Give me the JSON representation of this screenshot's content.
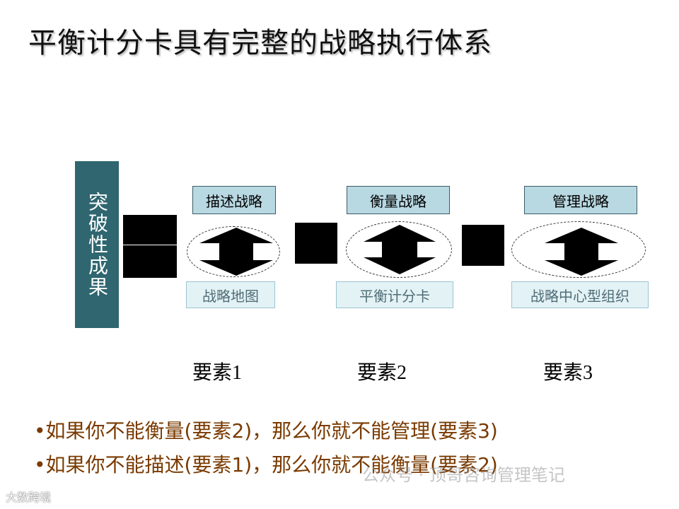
{
  "title": "平衡计分卡具有完整的战略执行体系",
  "side_label": "突破性成果",
  "columns": [
    {
      "top": "描述战略",
      "bottom": "战略地图",
      "element_label": "要素",
      "element_num": "1"
    },
    {
      "top": "衡量战略",
      "bottom": "平衡计分卡",
      "element_label": "要素",
      "element_num": "2"
    },
    {
      "top": "管理战略",
      "bottom": "战略中心型组织",
      "element_label": "要素",
      "element_num": "3"
    }
  ],
  "bullets": [
    "•如果你不能衡量(要素2)，那么你就不能管理(要素3)",
    "•如果你不能描述(要素1)，那么你就不能衡量(要素2)"
  ],
  "watermark_left": "大数跨境",
  "watermark_right": "公众号 · 顶哥咨询管理笔记",
  "colors": {
    "side_bar": "#2f6670",
    "top_label_bg": "#b8d8e2",
    "bottom_label_bg": "#e3f2f5",
    "bullet_text": "#7a3a00"
  }
}
